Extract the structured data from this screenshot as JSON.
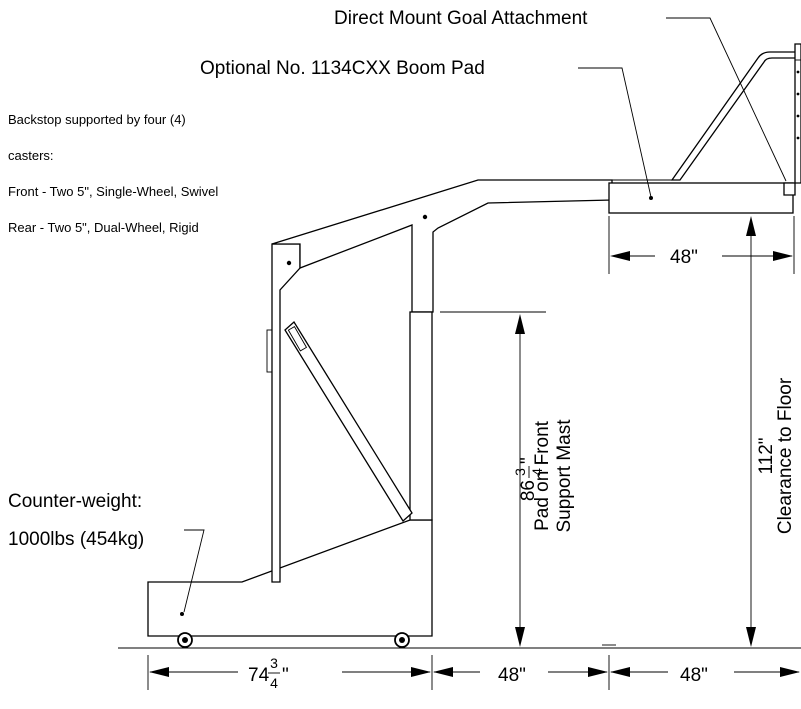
{
  "callouts": {
    "goal_attachment": "Direct Mount Goal Attachment",
    "boom_pad": "Optional No. 1134CXX Boom Pad",
    "counterweight_line1": "Counter-weight:",
    "counterweight_line2": "1000lbs (454kg)"
  },
  "notes": [
    "Backstop supported by four (4)",
    "casters:",
    "Front - Two 5\", Single-Wheel, Swivel",
    "Rear - Two 5\", Dual-Wheel, Rigid"
  ],
  "dimensions": {
    "boom_pad_width": "48\"",
    "base_length_whole": "74",
    "base_length_num": "3",
    "base_length_den": "4",
    "base_length_unit": "\"",
    "front_span": "48\"",
    "overhang": "48\"",
    "pad_height_whole": "86",
    "pad_height_num": "3",
    "pad_height_den": "4",
    "pad_height_unit": "\"",
    "pad_height_label_1": "Pad on Front",
    "pad_height_label_2": "Support Mast",
    "clearance_value": "112\"",
    "clearance_label": "Clearance to Floor"
  }
}
